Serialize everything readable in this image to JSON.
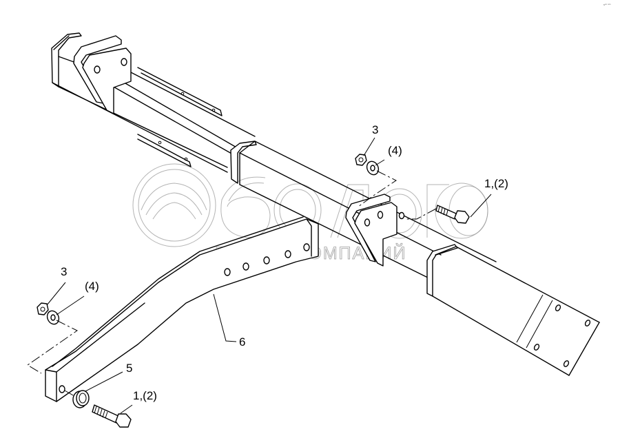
{
  "diagram": {
    "type": "exploded parts assembly drawing",
    "watermark": {
      "brand": "белагро",
      "subtitle": "ГРУППА КОМПАНИЙ",
      "color": "#9a9a9a"
    },
    "corner_mark": "sᵒᵒ ᵒᵒᵒ",
    "callouts": [
      {
        "id": "nut-upper",
        "label": "3"
      },
      {
        "id": "washer-upper",
        "label": "(4)"
      },
      {
        "id": "bolt-upper",
        "label": "1,(2)"
      },
      {
        "id": "nut-lower",
        "label": "3"
      },
      {
        "id": "washer-lower",
        "label": "(4)"
      },
      {
        "id": "bushing",
        "label": "5"
      },
      {
        "id": "bolt-lower",
        "label": "1,(2)"
      },
      {
        "id": "arm",
        "label": "6"
      }
    ],
    "line_color": "#000000",
    "background": "#ffffff"
  }
}
